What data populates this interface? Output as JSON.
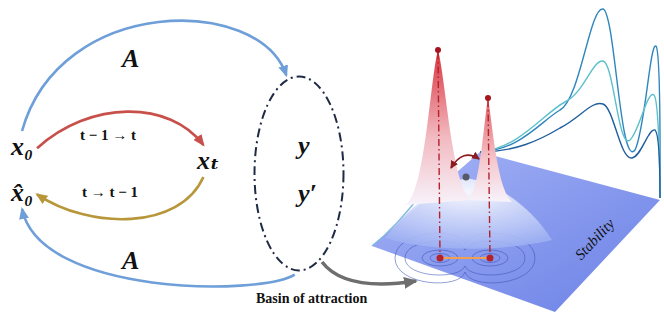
{
  "diagram": {
    "nodes": [
      {
        "text": [
          "x₀"
        ]
      },
      {
        "text": [
          "xₜ"
        ]
      },
      {
        "text": [
          "x̂₀"
        ]
      },
      {
        "text": [
          "y",
          "y′"
        ]
      }
    ],
    "edges": [
      {
        "from": 0,
        "to": 3,
        "label": "A",
        "arrow": "to"
      },
      {
        "from": 0,
        "to": 1,
        "label": "t − 1 → t",
        "arrow": "to"
      },
      {
        "from": 1,
        "to": 2,
        "label": "t → t − 1",
        "arrow": "to"
      },
      {
        "from": 3,
        "to": 2,
        "label": "A",
        "arrow": "to"
      }
    ],
    "labels": [
      "Basin of attraction",
      "Stability"
    ]
  }
}
